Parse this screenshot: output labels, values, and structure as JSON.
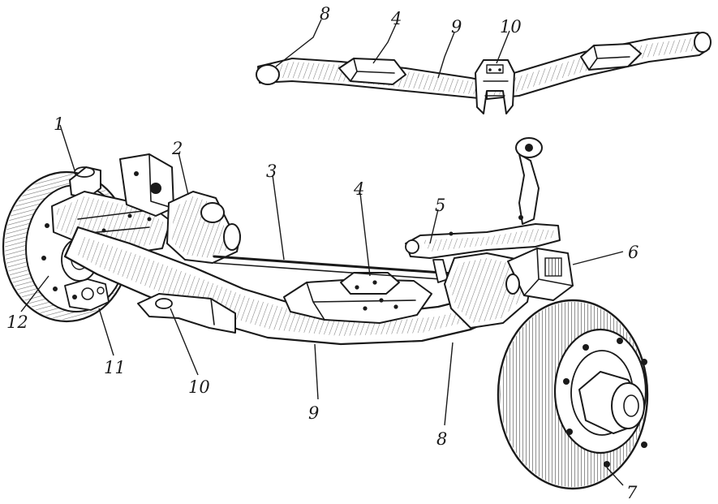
{
  "callouts": {
    "c1": "1",
    "c2": "2",
    "c3": "3",
    "c4_main": "4",
    "c5": "5",
    "c6": "6",
    "c7": "7",
    "c8_main": "8",
    "c9_main": "9",
    "c10_main": "10",
    "c11": "11",
    "c12": "12",
    "c8_inset": "8",
    "c4_inset": "4",
    "c9_inset": "9",
    "c10_inset": "10"
  }
}
